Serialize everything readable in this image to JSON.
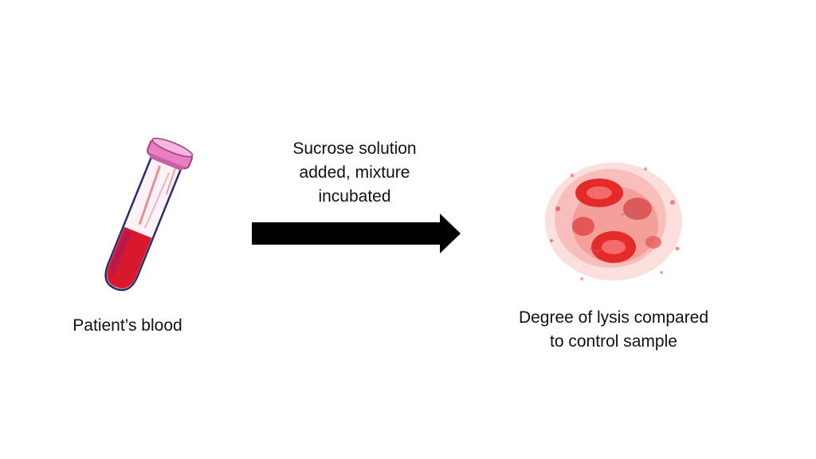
{
  "diagram": {
    "tube": {
      "label": "Patient’s blood",
      "icon": "blood-test-tube-icon",
      "colors": {
        "cap": "#e97fc0",
        "blood": "#d8192c",
        "outline": "#2b2b6e"
      }
    },
    "arrow": {
      "label_lines": [
        "Sucrose solution",
        "added, mixture",
        "incubated"
      ],
      "color": "#000000"
    },
    "result": {
      "label_lines": [
        "Degree of lysis compared",
        "to control sample"
      ],
      "icon": "lysed-red-blood-cells-icon",
      "colors": {
        "cells": "#e52a2a",
        "wash": "#f4a3a0"
      }
    }
  }
}
